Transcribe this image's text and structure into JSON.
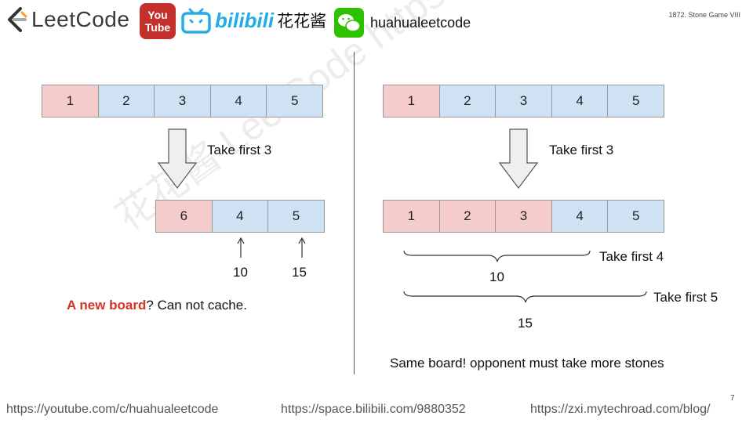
{
  "header": {
    "leetcode_logo_text": "LeetCode",
    "youtube_logo_line1": "You",
    "youtube_logo_line2": "Tube",
    "bilibili_logo_text": "bilibili",
    "channel_name": "花花酱",
    "wechat_handle": "huahualeetcode",
    "slide_title": "1872. Stone Game VIII"
  },
  "watermark": "花花酱 LeetCode https://zxi.mytechroad.com/blog/",
  "left": {
    "top_row": [
      "1",
      "2",
      "3",
      "4",
      "5"
    ],
    "action_label": "Take first 3",
    "new_row": [
      "6",
      "4",
      "5"
    ],
    "sum_labels": [
      "10",
      "15"
    ],
    "note_red": "A new board",
    "note_rest": "? Can not cache."
  },
  "right": {
    "top_row": [
      "1",
      "2",
      "3",
      "4",
      "5"
    ],
    "action_label": "Take first 3",
    "same_row": [
      "1",
      "2",
      "3",
      "4",
      "5"
    ],
    "brace1_label": "Take first 4",
    "brace1_sum": "10",
    "brace2_label": "Take first 5",
    "brace2_sum": "15",
    "note": "Same board! opponent must take more stones"
  },
  "footer": {
    "youtube_url": "https://youtube.com/c/huahualeetcode",
    "bilibili_url": "https://space.bilibili.com/9880352",
    "blog_url": "https://zxi.mytechroad.com/blog/",
    "page_number": "7"
  },
  "colors": {
    "taken": "#f4cccc",
    "remaining": "#cfe2f3",
    "accent": "#d93025"
  }
}
